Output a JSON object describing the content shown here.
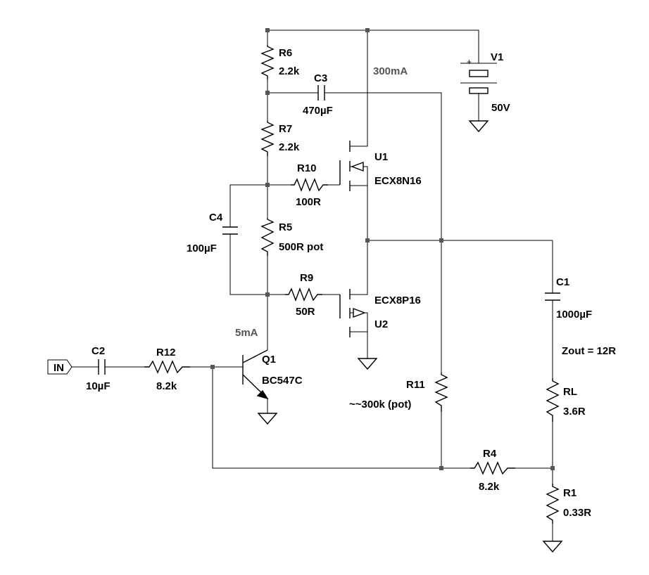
{
  "components": {
    "r6": {
      "ref": "R6",
      "value": "2.2k"
    },
    "r7": {
      "ref": "R7",
      "value": "2.2k"
    },
    "r5": {
      "ref": "R5",
      "value": "500R pot"
    },
    "r10": {
      "ref": "R10",
      "value": "100R"
    },
    "r9": {
      "ref": "R9",
      "value": "50R"
    },
    "r12": {
      "ref": "R12",
      "value": "8.2k"
    },
    "r11": {
      "ref": "R11",
      "value": "~~300k (pot)"
    },
    "r4": {
      "ref": "R4",
      "value": "8.2k"
    },
    "rl": {
      "ref": "RL",
      "value": "3.6R"
    },
    "r1": {
      "ref": "R1",
      "value": "0.33R"
    },
    "c1": {
      "ref": "C1",
      "value": "1000µF"
    },
    "c2": {
      "ref": "C2",
      "value": "10µF"
    },
    "c3": {
      "ref": "C3",
      "value": "470µF"
    },
    "c4": {
      "ref": "C4",
      "value": "100µF"
    },
    "v1": {
      "ref": "V1",
      "value": "50V",
      "plus": "+"
    },
    "u1": {
      "ref": "U1",
      "value": "ECX8N16"
    },
    "u2": {
      "ref": "U2",
      "value": "ECX8P16"
    },
    "q1": {
      "ref": "Q1",
      "value": "BC547C"
    }
  },
  "annotations": {
    "current_top": "300mA",
    "current_q1": "5mA",
    "zout": "Zout = 12R"
  },
  "ports": {
    "input": "IN"
  }
}
